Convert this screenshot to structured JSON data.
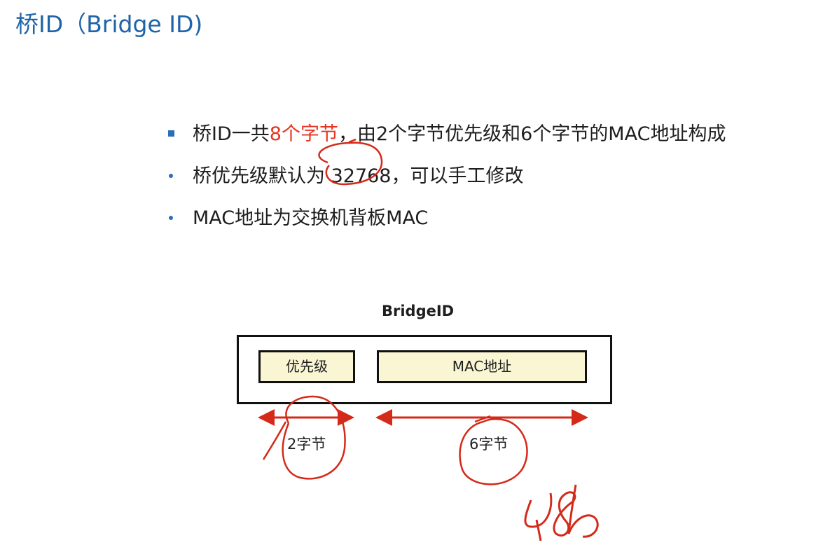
{
  "slide": {
    "title": "桥ID（Bridge ID)",
    "bullets": [
      {
        "parts": [
          "桥ID一共",
          "8个字节",
          "，由2个字节优先级和6个字节的MAC地址构成"
        ]
      },
      {
        "text": "桥优先级默认为 32768，可以手工修改"
      },
      {
        "text": "MAC地址为交换机背板MAC"
      }
    ]
  },
  "diagram": {
    "title": "BridgeID",
    "fields": [
      "优先级",
      "MAC地址"
    ],
    "lengths": [
      "2字节",
      "6字节"
    ]
  },
  "annotation": {
    "handwriting": "48b"
  },
  "colors": {
    "title": "#1f63a8",
    "bullet": "#2a6fb8",
    "highlight": "#e8331f",
    "field_fill": "#faf6d4",
    "ink": "#d42a1a"
  }
}
